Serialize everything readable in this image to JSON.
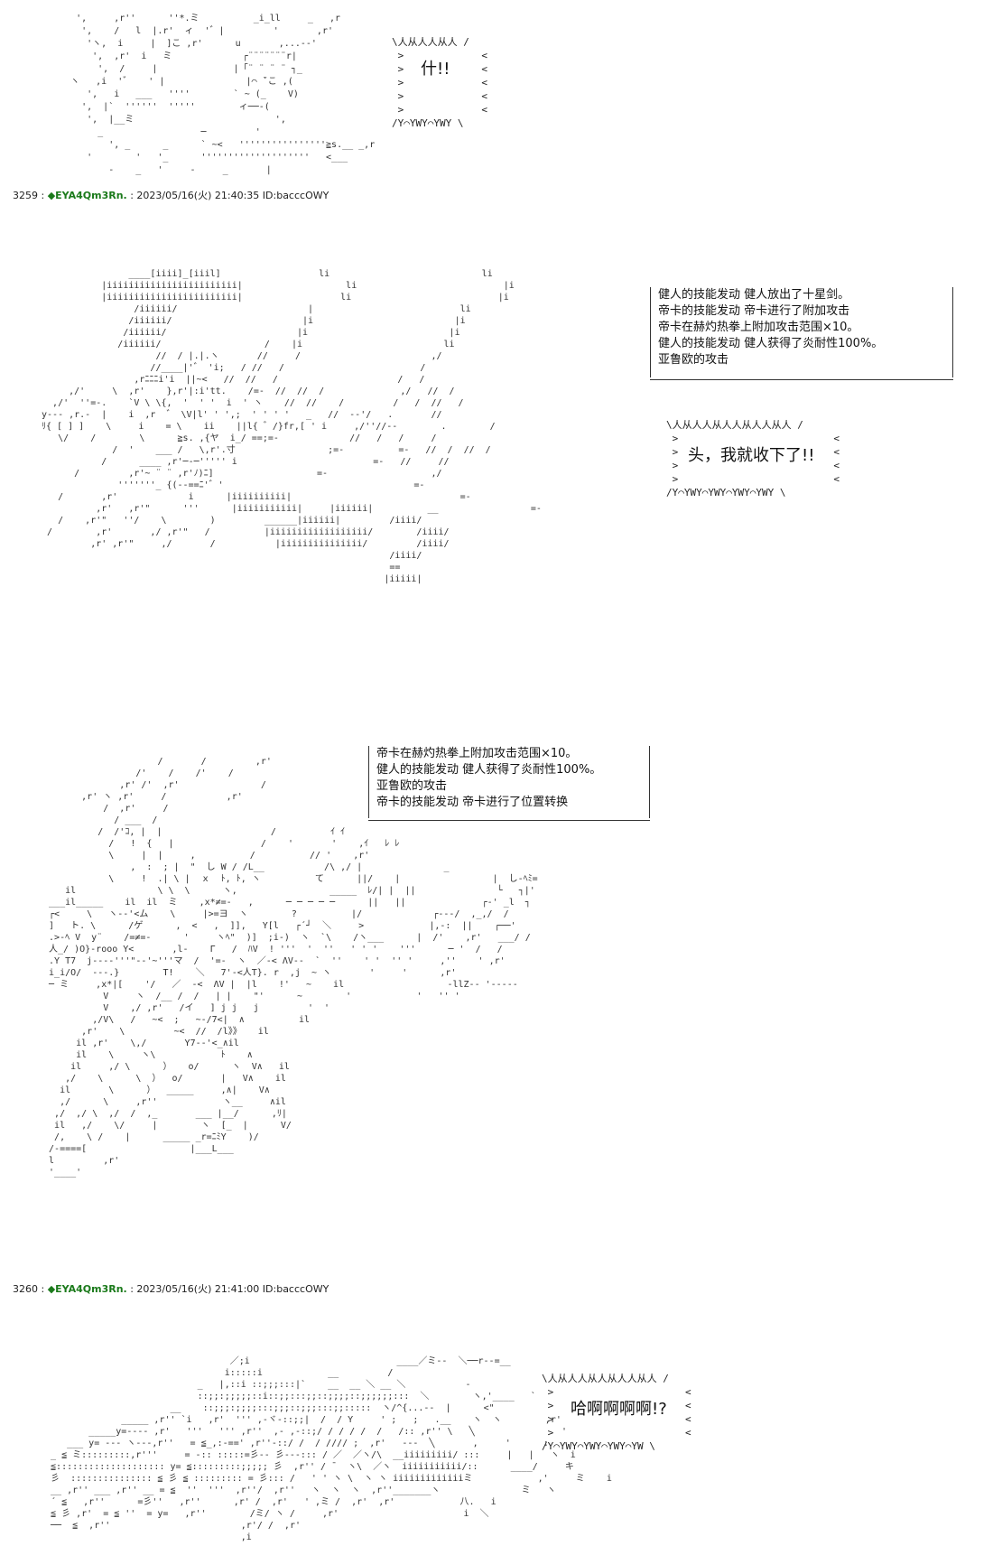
{
  "posts": [
    {
      "header": {
        "number": "3259 :",
        "trip": "◆EYA4Qm3Rn.",
        "meta": ": 2023/05/16(火) 21:40:35 ID:bacccOWY"
      }
    },
    {
      "header": {
        "number": "3260 :",
        "trip": "◆EYA4Qm3Rn.",
        "meta": ": 2023/05/16(火) 21:41:00 ID:bacccOWY"
      }
    }
  ],
  "shouts": {
    "what": "什!!",
    "take_head": "头，我就收下了!!",
    "haa": "哈啊啊啊啊!?"
  },
  "battle_log_1": [
    "健人的技能发动  健人放出了十星剑。",
    "帝卡的技能发动  帝卡进行了附加攻击",
    "帝卡在赫灼热拳上附加攻击范围×10。",
    "健人的技能发动  健人获得了炎耐性100%。",
    "亚鲁欧的攻击"
  ],
  "battle_log_2": [
    "帝卡在赫灼热拳上附加攻击范围×10。",
    "健人的技能发动  健人获得了炎耐性100%。",
    "亚鲁欧的攻击",
    "帝卡的技能发动  帝卡进行了位置转换"
  ]
}
